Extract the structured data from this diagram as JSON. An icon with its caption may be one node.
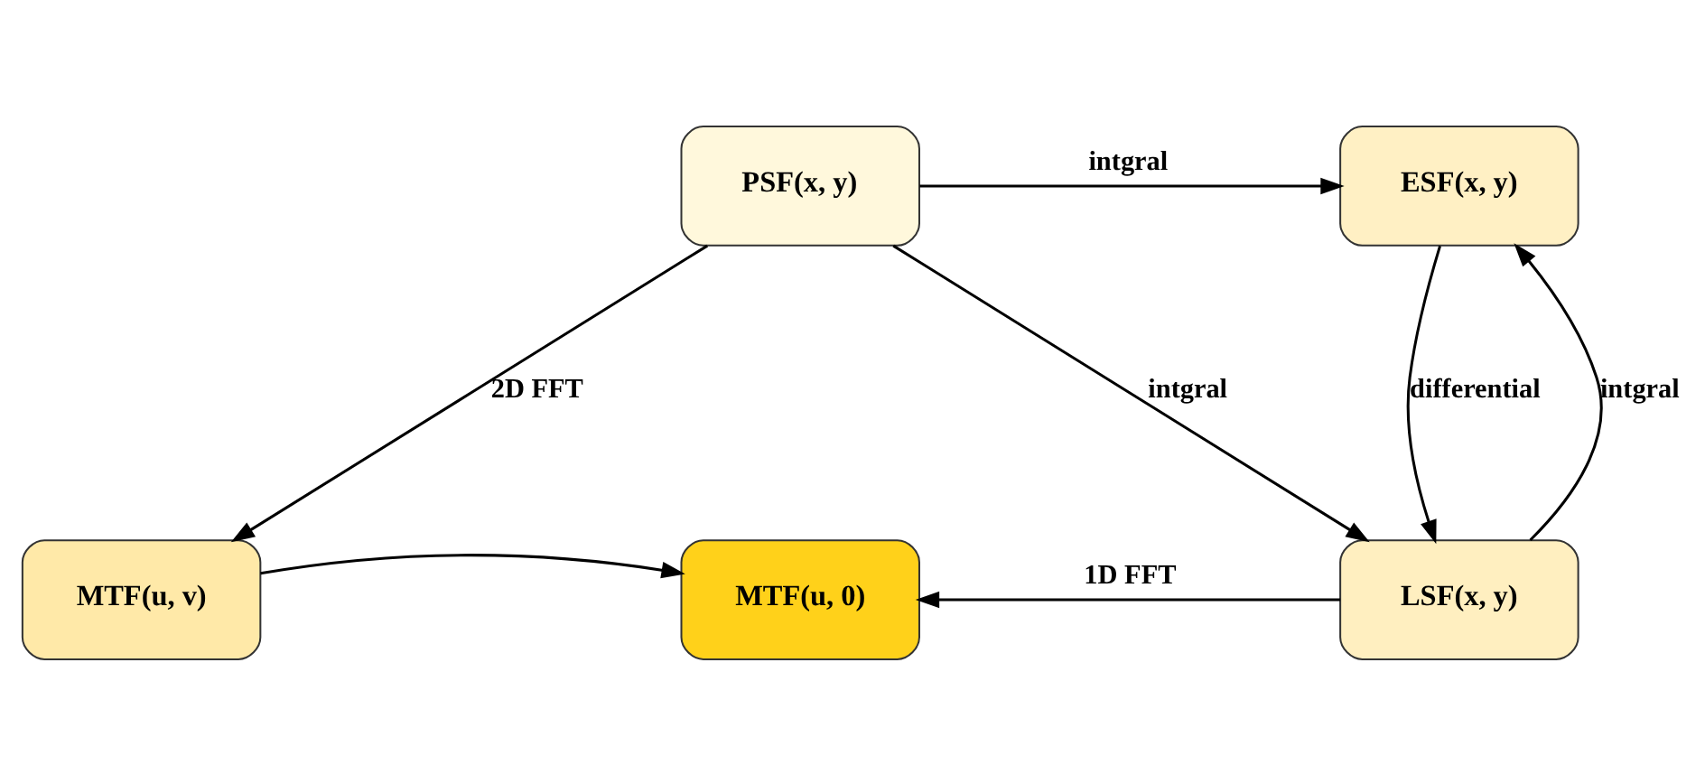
{
  "diagram": {
    "nodes": [
      {
        "text": [
          "PSF(x, y)"
        ]
      },
      {
        "text": [
          "ESF(x, y)"
        ]
      },
      {
        "text": [
          "MTF(u, v)"
        ]
      },
      {
        "text": [
          "MTF(u, 0)"
        ]
      },
      {
        "text": [
          "LSF(x, y)"
        ]
      }
    ],
    "edges": [
      {
        "from": 0,
        "to": 1,
        "arrow": "to",
        "label": "intgral"
      },
      {
        "from": 0,
        "to": 2,
        "arrow": "to",
        "label": "2D FFT"
      },
      {
        "from": 0,
        "to": 4,
        "arrow": "to",
        "label": "intgral"
      },
      {
        "from": 4,
        "to": 1,
        "arrow": "to",
        "label": "intgral"
      },
      {
        "from": 1,
        "to": 4,
        "arrow": "to",
        "label": "differential"
      },
      {
        "from": 2,
        "to": 3,
        "arrow": "to"
      },
      {
        "from": 4,
        "to": 3,
        "arrow": "to",
        "label": "1D FFT"
      }
    ]
  }
}
